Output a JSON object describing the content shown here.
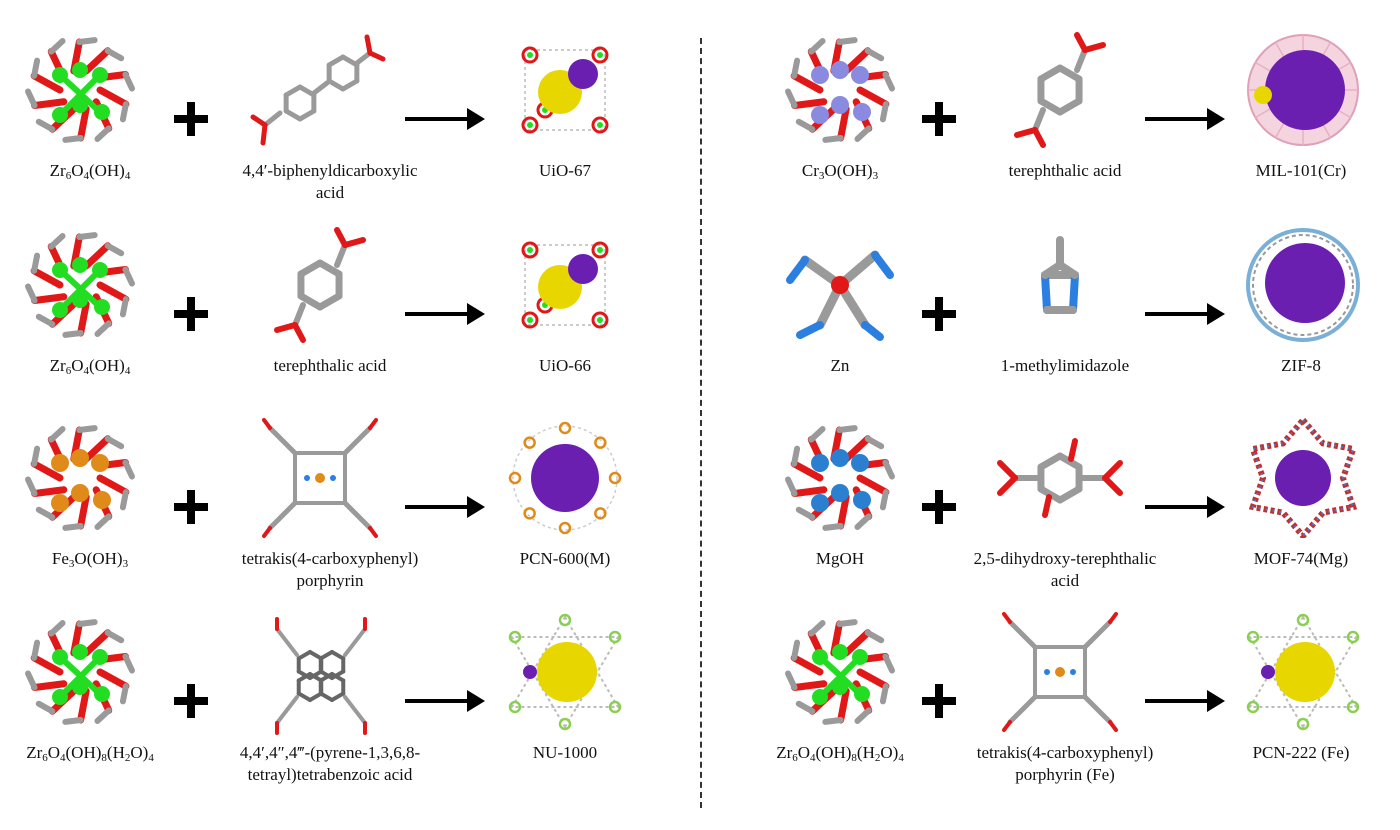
{
  "left": {
    "rows": [
      {
        "metal": {
          "pre": "Zr",
          "s1": "6",
          "mid": "O",
          "s2": "4",
          "post": "(OH)",
          "s3": "4",
          "tail": ""
        },
        "linker": {
          "line1": "4,4′-biphenyldicarboxylic",
          "line2": "acid"
        },
        "mof": "UiO-67",
        "metal_icon": "zr-cluster-icon",
        "linker_icon": "biphenyl-dicarboxylate-icon",
        "mof_icon": "uio-framework-icon"
      },
      {
        "metal": {
          "pre": "Zr",
          "s1": "6",
          "mid": "O",
          "s2": "4",
          "post": "(OH)",
          "s3": "4",
          "tail": ""
        },
        "linker": {
          "line1": "terephthalic acid",
          "line2": ""
        },
        "mof": "UiO-66",
        "metal_icon": "zr-cluster-icon",
        "linker_icon": "terephthalate-icon",
        "mof_icon": "uio-framework-icon"
      },
      {
        "metal": {
          "pre": "Fe",
          "s1": "3",
          "mid": "O(OH)",
          "s2": "3",
          "post": "",
          "s3": "",
          "tail": ""
        },
        "linker": {
          "line1": "tetrakis(4-carboxyphenyl)",
          "line2": "porphyrin"
        },
        "mof": "PCN-600(M)",
        "metal_icon": "fe-cluster-icon",
        "linker_icon": "porphyrin-icon",
        "mof_icon": "pcn-cage-icon"
      },
      {
        "metal": {
          "pre": "Zr",
          "s1": "6",
          "mid": "O",
          "s2": "4",
          "post": "(OH)",
          "s3": "8",
          "tail": "(H",
          "s4": "2",
          "tail2": "O)",
          "s5": "4"
        },
        "linker": {
          "line1": "4,4′,4″,4‴-(pyrene-1,3,6,8-",
          "line2": "tetrayl)tetrabenzoic acid"
        },
        "mof": "NU-1000",
        "metal_icon": "zr-cluster-icon",
        "linker_icon": "pyrene-tetrabenzoate-icon",
        "mof_icon": "kagome-framework-icon"
      }
    ]
  },
  "right": {
    "rows": [
      {
        "metal": {
          "pre": "Cr",
          "s1": "3",
          "mid": "O(OH)",
          "s2": "3",
          "post": "",
          "s3": "",
          "tail": ""
        },
        "linker": {
          "line1": "terephthalic acid",
          "line2": ""
        },
        "mof": "MIL-101(Cr)",
        "metal_icon": "cr-cluster-icon",
        "linker_icon": "terephthalate-icon",
        "mof_icon": "mil-cage-icon"
      },
      {
        "metal": {
          "pre": "Zn",
          "s1": "",
          "mid": "",
          "s2": "",
          "post": "",
          "s3": "",
          "tail": ""
        },
        "linker": {
          "line1": "1-methylimidazole",
          "line2": ""
        },
        "mof": "ZIF-8",
        "metal_icon": "zn-node-icon",
        "linker_icon": "imidazole-icon",
        "mof_icon": "zif-cage-icon"
      },
      {
        "metal": {
          "pre": "MgOH",
          "s1": "",
          "mid": "",
          "s2": "",
          "post": "",
          "s3": "",
          "tail": ""
        },
        "linker": {
          "line1": "2,5-dihydroxy-terephthalic",
          "line2": "acid"
        },
        "mof": "MOF-74(Mg)",
        "metal_icon": "mg-cluster-icon",
        "linker_icon": "dihydroxy-terephthalate-icon",
        "mof_icon": "hexagonal-channel-icon"
      },
      {
        "metal": {
          "pre": "Zr",
          "s1": "6",
          "mid": "O",
          "s2": "4",
          "post": "(OH)",
          "s3": "8",
          "tail": "(H",
          "s4": "2",
          "tail2": "O)",
          "s5": "4"
        },
        "linker": {
          "line1": "tetrakis(4-carboxyphenyl)",
          "line2": "porphyrin (Fe)"
        },
        "mof": "PCN-222 (Fe)",
        "metal_icon": "zr-cluster-icon",
        "linker_icon": "porphyrin-icon",
        "mof_icon": "kagome-framework-icon"
      }
    ]
  },
  "colors": {
    "oxygen": "#e01818",
    "carbon": "#9a9a9a",
    "zirconium": "#22dd22",
    "iron": "#e08a1a",
    "chromium": "#8a8ae0",
    "zinc": "#2a7fd0",
    "magnesium": "#2a7fd0",
    "nitrogen": "#2a7fe0",
    "pore_purple": "#6a1fb0",
    "pore_yellow": "#e8d600"
  }
}
